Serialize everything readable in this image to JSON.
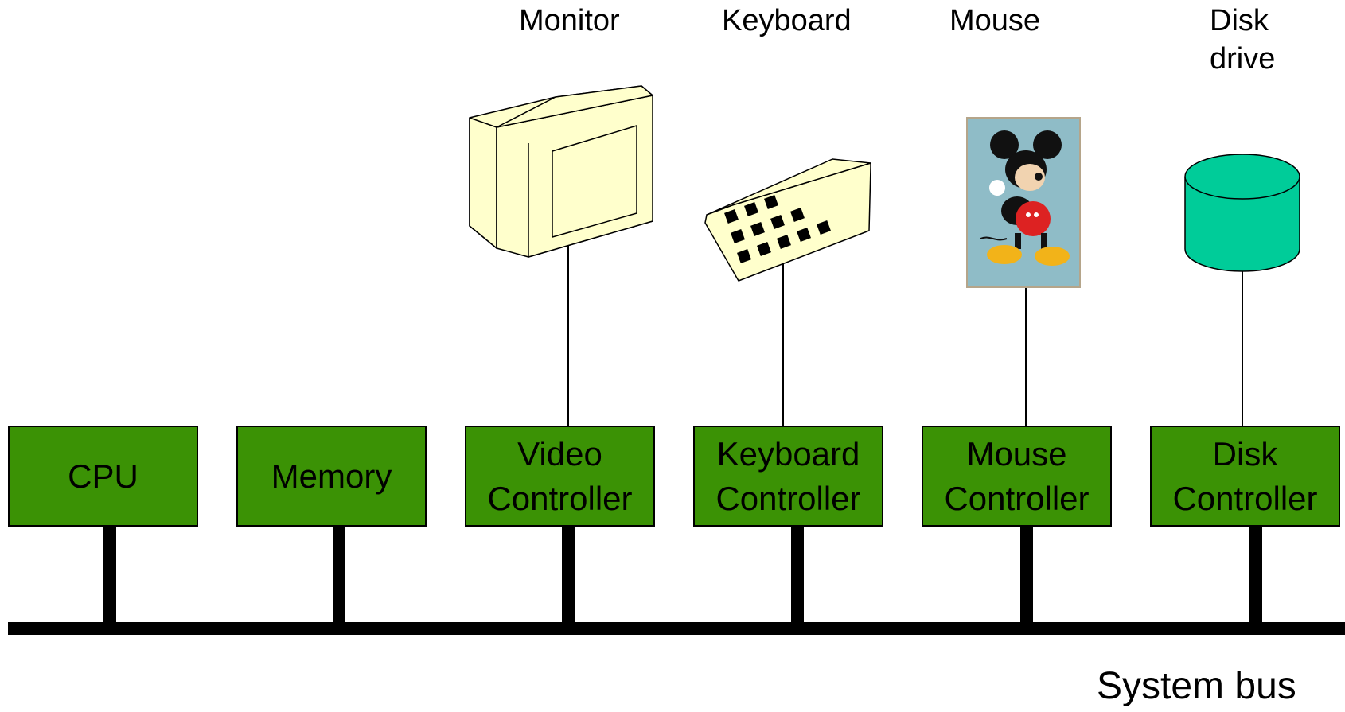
{
  "colors": {
    "box_fill": "#3b9205",
    "monitor_fill": "#ffffcc",
    "keyboard_fill": "#ffffcc",
    "disk_fill": "#00cc99",
    "bus": "#000000"
  },
  "devices": {
    "monitor": "Monitor",
    "keyboard": "Keyboard",
    "mouse": "Mouse",
    "disk": "Disk\ndrive"
  },
  "components": [
    {
      "label": "CPU"
    },
    {
      "label": "Memory"
    },
    {
      "label": "Video\nController"
    },
    {
      "label": "Keyboard\nController"
    },
    {
      "label": "Mouse\nController"
    },
    {
      "label": "Disk\nController"
    }
  ],
  "bus_label": "System bus",
  "icons": {
    "monitor": "monitor-icon",
    "keyboard": "keyboard-icon",
    "mouse": "cartoon-mouse-picture",
    "disk": "disk-cylinder-icon"
  }
}
